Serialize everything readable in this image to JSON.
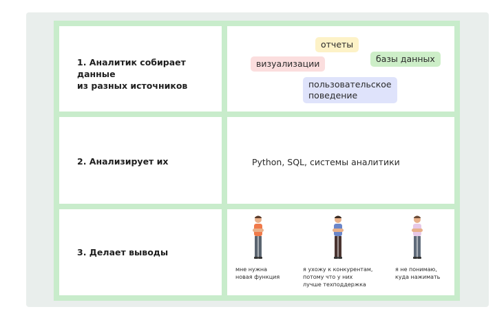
{
  "rows": [
    {
      "label_line1": "1. Аналитик собирает данные",
      "label_line2": "из разных источников"
    },
    {
      "label": "2. Анализирует их"
    },
    {
      "label": "3. Делает выводы"
    }
  ],
  "sources": [
    {
      "text": "отчеты",
      "color": "#fdf2c7"
    },
    {
      "text": "базы данных",
      "color": "#cdeec8"
    },
    {
      "text": "визуализации",
      "color": "#fbdede"
    },
    {
      "text_line1": "пользовательское",
      "text_line2": "поведение",
      "color": "#dfe3fb"
    }
  ],
  "tools": "Python, SQL, системы аналитики",
  "people": [
    {
      "caption_line1": "мне нужна",
      "caption_line2": "новая функция",
      "shirt": "#f07a4a",
      "pants": "#5a6470"
    },
    {
      "caption_line1": "я ухожу к конкурентам,",
      "caption_line2": "потому что у них",
      "caption_line3": "лучше техподдержка",
      "shirt": "#6b86c9",
      "pants": "#4a3430"
    },
    {
      "caption_line1": "я не понимаю,",
      "caption_line2": "куда нажимать",
      "shirt": "#e7c8e6",
      "pants": "#5f6b7a"
    }
  ],
  "colors": {
    "grid": "#c8eccb",
    "frame": "#e9eeec"
  }
}
